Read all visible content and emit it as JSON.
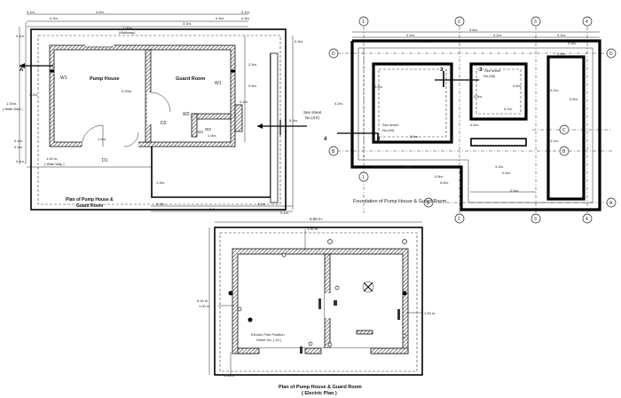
{
  "plan_pump": {
    "title_line1": "Plan of Pump House &",
    "title_line2": "Guard Room",
    "room_pump": "Pump House",
    "room_guard": "Guard Room",
    "w1_left": "W1",
    "w1_right": "W1",
    "w2": "W2",
    "d1": "D1",
    "d2": "D2",
    "d3": "D3",
    "w3": "W3",
    "dims": {
      "top_a": "0.1m.",
      "top_b": "0.3m.",
      "top_c": "4.0m.",
      "top_d": "3.3m.",
      "top_e": "0.3m.",
      "top_f": "0.1m.",
      "r1": "0.3m.",
      "r2": "0.1m.",
      "walkway_top": "(Walkway)",
      "m100": "1.00m.",
      "m020": "0.20m.",
      "m20": "2.3m.",
      "left_42": "4.2m.",
      "walkway_left_a": "1.00m.",
      "walkway_left_b": "( Walk Way )",
      "m04": "0.4m.",
      "m03": "0.3m.",
      "m10": "1.0m.",
      "m01": "0.1m.",
      "bot_walk_a": "1.00 m.",
      "bot_walk_b": "( Walk Way )",
      "m13": "1.3m.",
      "m52": "5.2m.",
      "m32": "3.2m.",
      "m03b": "0.3m.",
      "m03c": "0.3m.",
      "m05": "0.5m.",
      "m04b": "0.4m.",
      "side_52": "5.2m.",
      "m10b": "1.0m.",
      "m01b": "0.1m."
    },
    "section_mark": "A",
    "see_sheet": "See sheet",
    "see_sheet_no": "No.(XX)"
  },
  "foundation": {
    "title": "Foundation of Pump House & Guard Room",
    "bubbles_top": [
      "1",
      "2",
      "3",
      "4"
    ],
    "bubbles_bottom": [
      "1",
      "2",
      "3",
      "4"
    ],
    "bubbles_left": [
      "D",
      "B"
    ],
    "bubbles_right": [
      "D",
      "C",
      "B"
    ],
    "bubble_a_left": "A",
    "bubble_a_right": "A",
    "dims": {
      "top1": "4.2m.",
      "top2": "3.6m.",
      "top3": "2.2m.",
      "top4": "2.2m.",
      "s05a": "0.5m.",
      "s05b": "0.5m.",
      "s05c": "0.5m.",
      "s08": "0.8m.",
      "s42": "4.2m.",
      "s22": "2.2m.",
      "s08b": "0.8m.",
      "s05d": "0.5m.",
      "s05e": "0.5m.",
      "s02": "0.2m.",
      "s12": "1.2m.",
      "s32": "3.2m.",
      "s05f": "0.5m.",
      "s05g": "0.5m.",
      "s05h": "0.5m.",
      "s08c": "0.8m.",
      "s44": "4.4m.",
      "s06": "0.6m.",
      "s05i": "0.5m."
    },
    "sec3": "3",
    "sec4": "4",
    "see_sheet_a": "See sheet",
    "see_sheet_a_no": "No.(99)",
    "see_sheet_b": "See sheet",
    "see_sheet_b_no": "No.(98)"
  },
  "electric": {
    "title_line1": "Plan of Pump House & Guard Room",
    "title_line2": "( Electric Plan )",
    "dim_top": "6.80 m.",
    "dim_top_inner": "1.00 m.",
    "dim_left": "6.40 m.",
    "dim_left_inner": "1.00 m.",
    "dim_right_inner": "1.00 m.",
    "dim_bottom_inner": "1.00 m.",
    "note_line1": "Electric Pole Position",
    "note_line2": "Sheet No. ( 44 )"
  }
}
